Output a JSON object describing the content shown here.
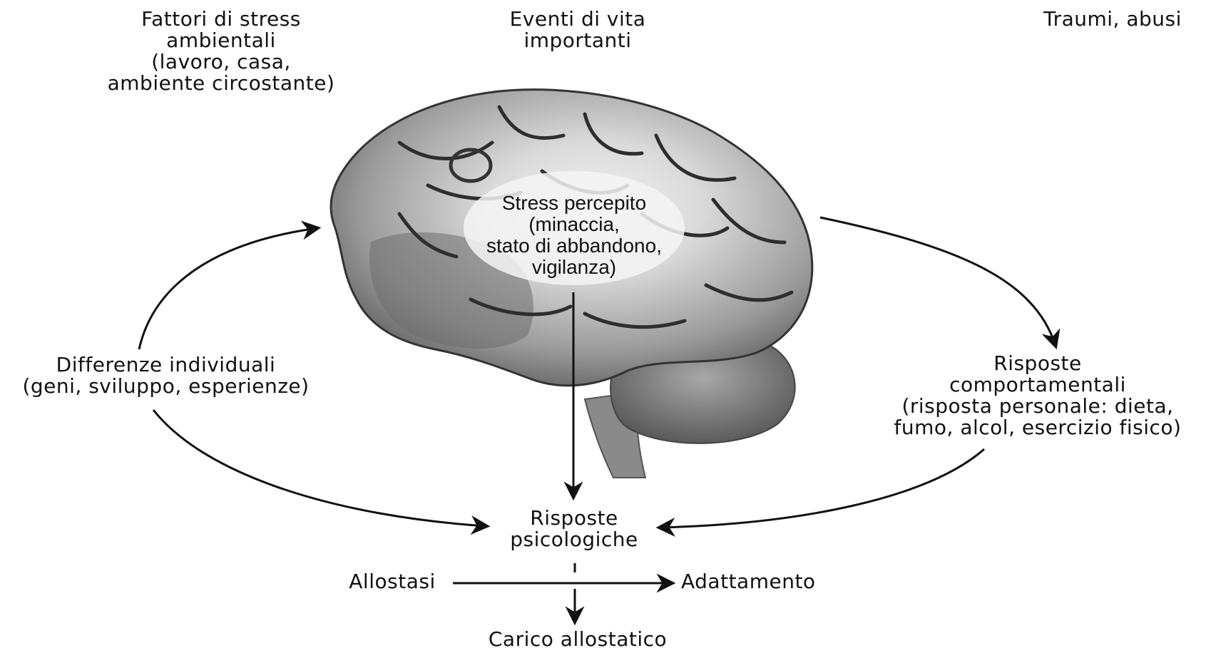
{
  "top_labels": {
    "environmental": [
      "Fattori di stress",
      "ambientali",
      "(lavoro, casa,",
      "ambiente circostante)"
    ],
    "life_events": [
      "Eventi di vita",
      "importanti"
    ],
    "trauma": [
      "Traumi, abusi"
    ]
  },
  "brain_center": [
    "Stress percepito",
    "(minaccia,",
    "stato di abbandono,",
    "vigilanza)"
  ],
  "left_node": [
    "Differenze individuali",
    "(geni, sviluppo, esperienze)"
  ],
  "right_node": [
    "Risposte",
    "comportamentali",
    "(risposta personale: dieta,",
    "fumo, alcol, esercizio fisico)"
  ],
  "bottom_node": [
    "Risposte",
    "psicologiche"
  ],
  "allostasis": "Allostasi",
  "adaptation": "Adattamento",
  "allostatic_load": "Carico allostatico",
  "colors": {
    "ink": "#111111",
    "brain_fill": "#b9b9b9",
    "brain_shade": "#6f6f6f",
    "background": "#ffffff"
  }
}
